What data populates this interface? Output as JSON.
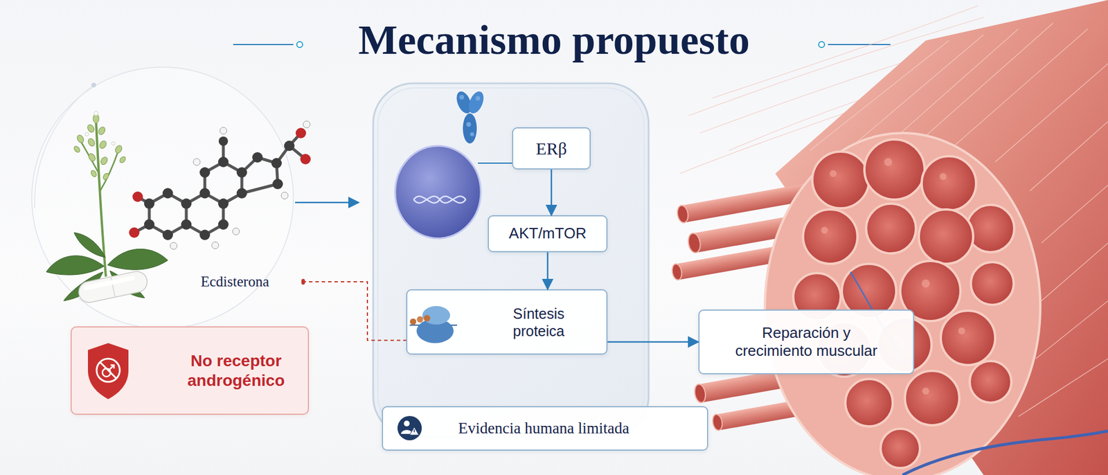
{
  "diagram": {
    "title": "Mecanismo propuesto",
    "nodes": [
      {
        "text": [
          "Ecdisterona"
        ]
      },
      {
        "text": [
          "No receptor androgénico"
        ]
      },
      {
        "text": [
          "ERβ"
        ]
      },
      {
        "text": [
          "AKT/mTOR"
        ]
      },
      {
        "text": [
          "Síntesis proteica"
        ]
      },
      {
        "text": [
          "Reparación y crecimiento muscular"
        ]
      },
      {
        "text": [
          "Evidencia humana limitada"
        ]
      }
    ],
    "edges": [
      {
        "from": 0,
        "to": 4,
        "arrow": "none"
      },
      {
        "from": 2,
        "to": 3,
        "arrow": "to"
      },
      {
        "from": 3,
        "to": 4,
        "arrow": "to"
      },
      {
        "from": 4,
        "to": 5,
        "arrow": "to"
      }
    ]
  }
}
